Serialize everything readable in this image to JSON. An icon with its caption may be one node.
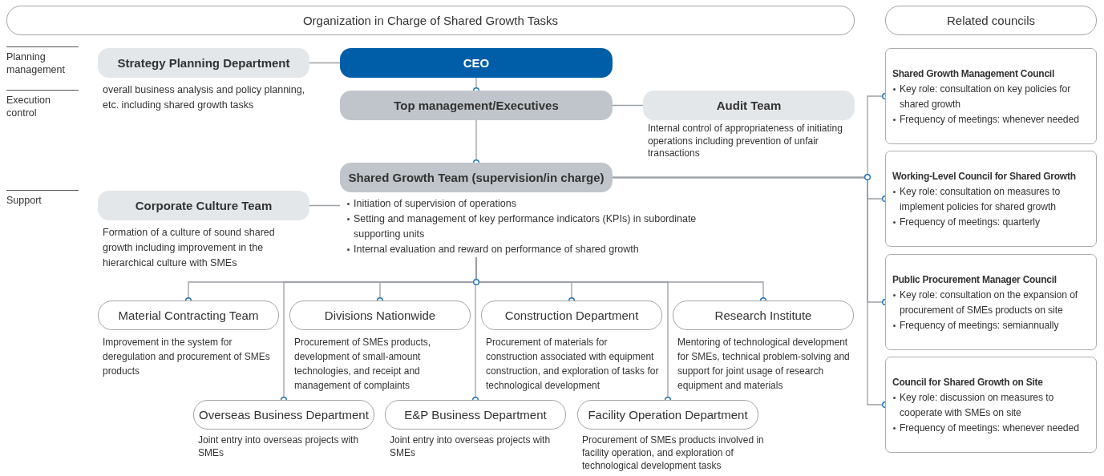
{
  "diagram": {
    "nodes": [
      {
        "text": [
          "Organization in Charge of Shared Growth Tasks"
        ]
      },
      {
        "text": [
          "Related councils"
        ]
      },
      {
        "text": [
          "Strategy Planning Department"
        ],
        "beside": [
          "overall business analysis and policy planning, etc. including shared growth tasks"
        ]
      },
      {
        "text": [
          "CEO"
        ]
      },
      {
        "text": [
          "Top management/Executives"
        ]
      },
      {
        "text": [
          "Audit Team"
        ],
        "beside": [
          "Internal control of appropriateness of initiating operations including prevention of unfair transactions"
        ]
      },
      {
        "text": [
          "Shared Growth Team (supervision/in charge)",
          "Initiation of supervision of operations",
          "Setting and management of key performance indicators (KPIs) in subordinate supporting units",
          "Internal evaluation and reward on performance of shared growth"
        ]
      },
      {
        "text": [
          "Corporate Culture Team"
        ],
        "beside": [
          "Formation of a culture of sound shared growth including improvement in the hierarchical culture with SMEs"
        ]
      },
      {
        "text": [
          "Material Contracting Team"
        ],
        "beside": [
          "Improvement in the system for deregulation and procurement of SMEs products"
        ]
      },
      {
        "text": [
          "Divisions Nationwide"
        ],
        "beside": [
          "Procurement of SMEs products, development of small-amount technologies, and receipt and management of complaints"
        ]
      },
      {
        "text": [
          "Construction Department"
        ],
        "beside": [
          "Procurement of materials for construction associated with equipment construction, and exploration of tasks for technological development"
        ]
      },
      {
        "text": [
          "Research Institute"
        ],
        "beside": [
          "Mentoring of technological development for SMEs, technical problem-solving and support for joint usage of research equipment and materials"
        ]
      },
      {
        "text": [
          "Overseas Business Department"
        ],
        "beside": [
          "Joint entry into overseas projects with SMEs"
        ]
      },
      {
        "text": [
          "E&P Business Department"
        ],
        "beside": [
          "Joint entry into overseas projects with SMEs"
        ]
      },
      {
        "text": [
          "Facility Operation Department"
        ],
        "beside": [
          "Procurement of SMEs products involved in facility operation, and exploration of technological development tasks"
        ]
      },
      {
        "text": [
          "Shared Growth Management Council",
          "Key role: consultation on key policies for shared growth",
          "Frequency of meetings: whenever needed"
        ]
      },
      {
        "text": [
          "Working-Level Council for Shared Growth",
          "Key role: consultation on measures to implement policies for shared growth",
          "Frequency of meetings: quarterly"
        ]
      },
      {
        "text": [
          "Public Procurement Manager Council",
          "Key role: consultation on the expansion of procurement of SMEs products on site",
          "Frequency of meetings: semiannually"
        ]
      },
      {
        "text": [
          "Council for Shared Growth on Site",
          "Key role: discussion on measures to cooperate with SMEs on site",
          "Frequency of meetings: whenever needed"
        ]
      }
    ],
    "edges": [
      {
        "from": 2,
        "to": 3,
        "arrow": "none"
      },
      {
        "from": 3,
        "to": 4,
        "arrow": "other"
      },
      {
        "from": 4,
        "to": 5,
        "arrow": "none"
      },
      {
        "from": 4,
        "to": 6,
        "arrow": "other"
      },
      {
        "from": 7,
        "to": 6,
        "arrow": "none"
      },
      {
        "from": 6,
        "to": 8,
        "arrow": "other"
      },
      {
        "from": 6,
        "to": 9,
        "arrow": "other"
      },
      {
        "from": 6,
        "to": 10,
        "arrow": "other"
      },
      {
        "from": 6,
        "to": 11,
        "arrow": "other"
      },
      {
        "from": 6,
        "to": 12,
        "arrow": "other"
      },
      {
        "from": 6,
        "to": 13,
        "arrow": "other"
      },
      {
        "from": 6,
        "to": 14,
        "arrow": "other"
      },
      {
        "from": 6,
        "to": 15,
        "arrow": "other"
      },
      {
        "from": 6,
        "to": 16,
        "arrow": "other"
      },
      {
        "from": 6,
        "to": 17,
        "arrow": "other"
      },
      {
        "from": 6,
        "to": 18,
        "arrow": "other"
      }
    ],
    "labels": [
      "Planning management",
      "Execution control",
      "Support"
    ]
  }
}
